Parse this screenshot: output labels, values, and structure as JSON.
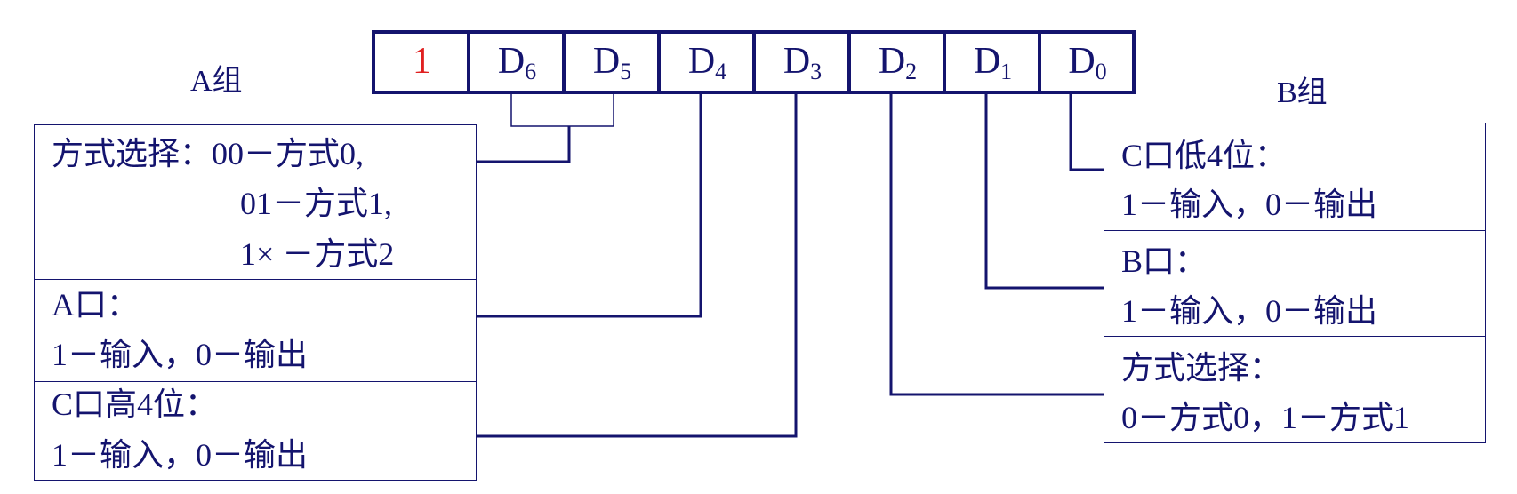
{
  "group_labels": {
    "a": "A组",
    "b": "B组"
  },
  "register": {
    "bits": [
      {
        "main": "1",
        "sub": ""
      },
      {
        "main": "D",
        "sub": "6"
      },
      {
        "main": "D",
        "sub": "5"
      },
      {
        "main": "D",
        "sub": "4"
      },
      {
        "main": "D",
        "sub": "3"
      },
      {
        "main": "D",
        "sub": "2"
      },
      {
        "main": "D",
        "sub": "1"
      },
      {
        "main": "D",
        "sub": "0"
      }
    ]
  },
  "group_a": {
    "mode_select": [
      "方式选择：00－方式0,",
      "01－方式1,",
      "1× －方式2"
    ],
    "port_a": [
      "A口：",
      "1－输入，0－输出"
    ],
    "port_c_high": [
      "C口高4位：",
      "1－输入，0－输出"
    ]
  },
  "group_b": {
    "port_c_low": [
      "C口低4位：",
      "1－输入，0－输出"
    ],
    "port_b": [
      "B口：",
      "1－输入，0－输出"
    ],
    "mode_select": [
      "方式选择：",
      "0－方式0，1－方式1"
    ]
  },
  "colors": {
    "line": "#14146e",
    "flag_bit": "#e02020",
    "text": "#14146e"
  }
}
